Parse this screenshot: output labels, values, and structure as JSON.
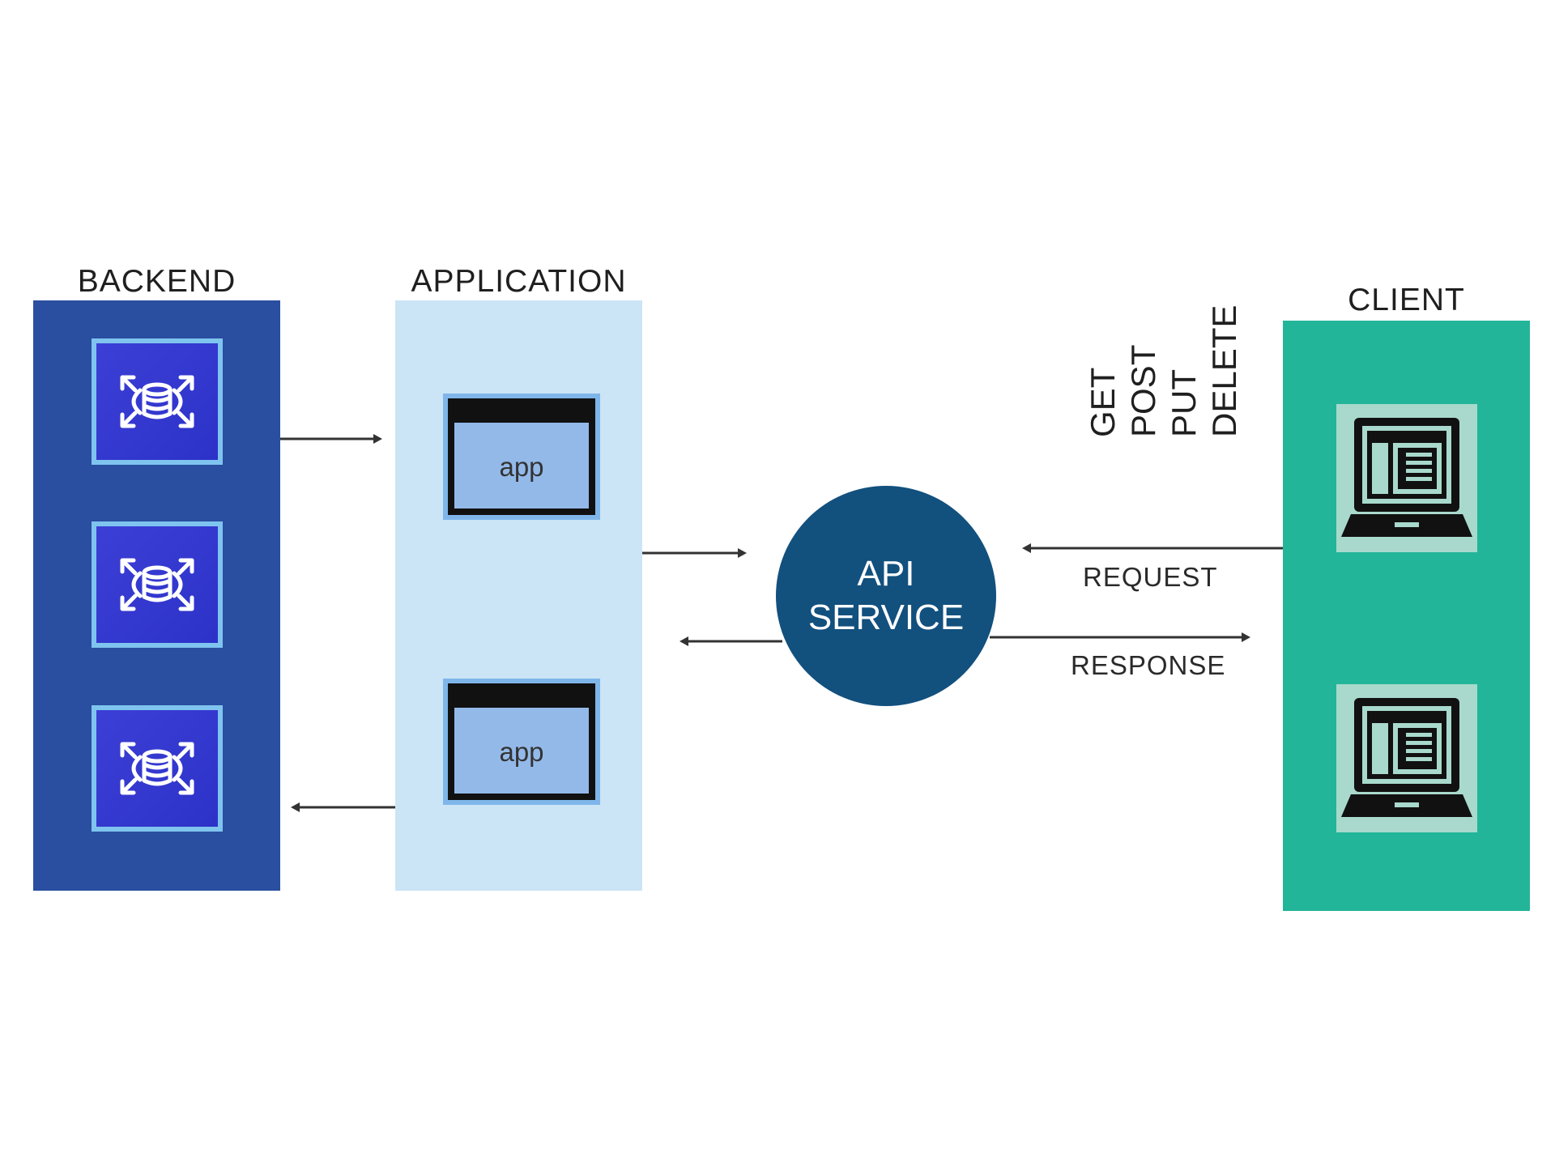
{
  "columns": {
    "backend": {
      "title": "BACKEND",
      "color": "#2a4ea0",
      "tiles": [
        "database-icon",
        "database-icon",
        "database-icon"
      ]
    },
    "application": {
      "title": "APPLICATION",
      "color": "#cbe4f6",
      "windows": [
        "app",
        "app"
      ]
    },
    "client": {
      "title": "CLIENT",
      "color": "#22b599",
      "devices": [
        "laptop-icon",
        "laptop-icon"
      ]
    }
  },
  "api": {
    "line1": "API",
    "line2": "SERVICE",
    "color": "#12507e"
  },
  "methods": [
    "GET",
    "POST",
    "PUT",
    "DELETE"
  ],
  "flows": {
    "request": "REQUEST",
    "response": "RESPONSE"
  }
}
